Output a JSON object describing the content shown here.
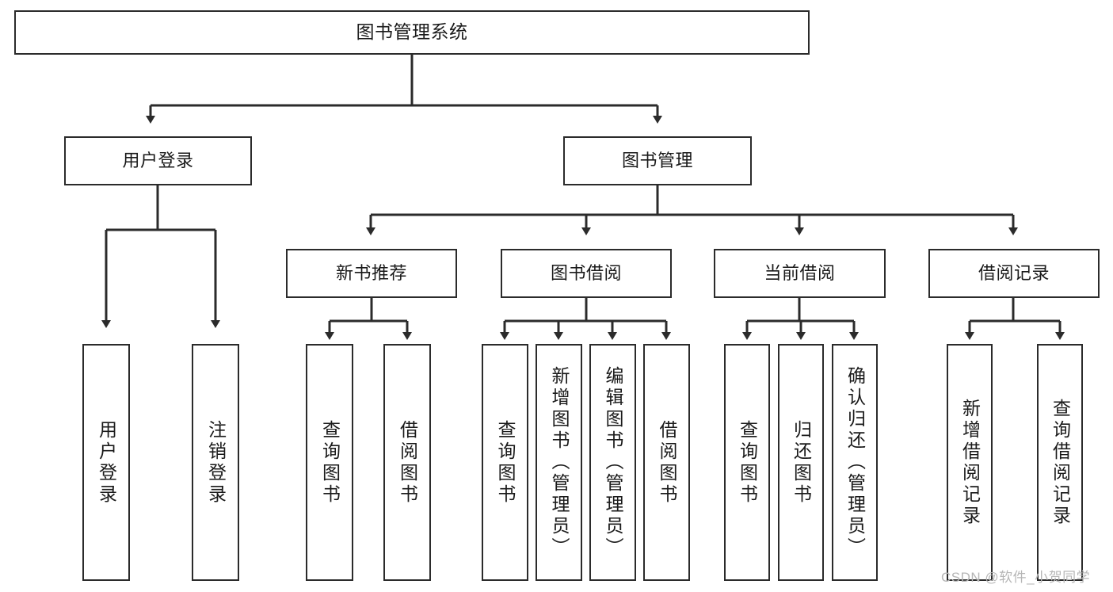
{
  "diagram": {
    "type": "tree",
    "title": "图书管理系统",
    "orientation": "top-down",
    "colors": {
      "box_border": "#2b2b2b",
      "box_fill": "#ffffff",
      "connector": "#2b2b2b",
      "text": "#1a1a1a",
      "watermark": "#b6b6b6",
      "background": "#ffffff"
    },
    "nodes": {
      "root": {
        "label": "图书管理系统"
      },
      "level2": [
        {
          "label": "用户登录"
        },
        {
          "label": "图书管理"
        }
      ],
      "level3": [
        {
          "label": "新书推荐"
        },
        {
          "label": "图书借阅"
        },
        {
          "label": "当前借阅"
        },
        {
          "label": "借阅记录"
        }
      ],
      "leaves_user_login": [
        {
          "label": "用户登录"
        },
        {
          "label": "注销登录"
        }
      ],
      "leaves_new_book": [
        {
          "label": "查询图书"
        },
        {
          "label": "借阅图书"
        }
      ],
      "leaves_borrow": [
        {
          "label": "查询图书"
        },
        {
          "label": "新增图书（管理员）"
        },
        {
          "label": "编辑图书（管理员）"
        },
        {
          "label": "借阅图书"
        }
      ],
      "leaves_current": [
        {
          "label": "查询图书"
        },
        {
          "label": "归还图书"
        },
        {
          "label": "确认归还（管理员）"
        }
      ],
      "leaves_record": [
        {
          "label": "新增借阅记录"
        },
        {
          "label": "查询借阅记录"
        }
      ]
    }
  },
  "watermark": {
    "text": "CSDN @软件_小贺同学"
  }
}
